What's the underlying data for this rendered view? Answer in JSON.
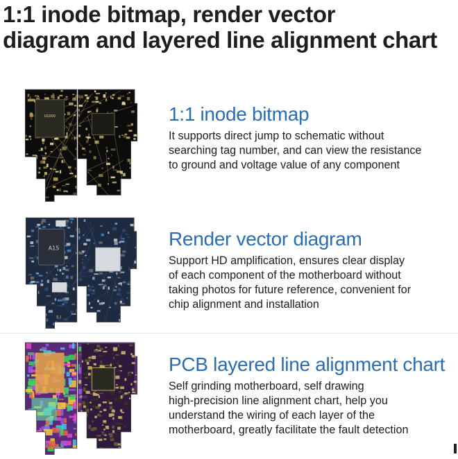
{
  "headline": {
    "lines": [
      "1:1 inode bitmap, render vector",
      "diagram and layered line alignment chart"
    ]
  },
  "sections": [
    {
      "title": "1:1 inode bitmap",
      "chip_label": "U1000",
      "description": [
        "It supports direct jump to schematic without",
        "searching tag number, and can view the resistance",
        "to ground and voltage value of any component"
      ],
      "style": "bitmap",
      "colors": {
        "base": "#0c0c0c",
        "trace": "#c8b36a",
        "chip": "#2a2a22"
      }
    },
    {
      "title": "Render vector diagram",
      "chip_label": "A15",
      "description": [
        "Support HD amplification, ensures clear display",
        "of each component of the motherboard without",
        "taking photos for future reference, convenient for",
        "chip alignment and installation"
      ],
      "style": "vector",
      "colors": {
        "base": "#1d2a3f",
        "trace": "#3d5f8a",
        "chip": "#2b2f3a"
      }
    },
    {
      "title": "PCB layered line alignment chart",
      "chip_label": "U1000",
      "description": [
        "Self grinding motherboard, self drawing",
        "high-precision line alignment chart, help you",
        "understand the wiring of each layer of the",
        "motherboard, greatly facilitate the fault detection"
      ],
      "style": "layered",
      "colors": {
        "base": "#5a2a7a",
        "trace": "#3ad35a",
        "chip": "#c08a3a"
      }
    }
  ]
}
